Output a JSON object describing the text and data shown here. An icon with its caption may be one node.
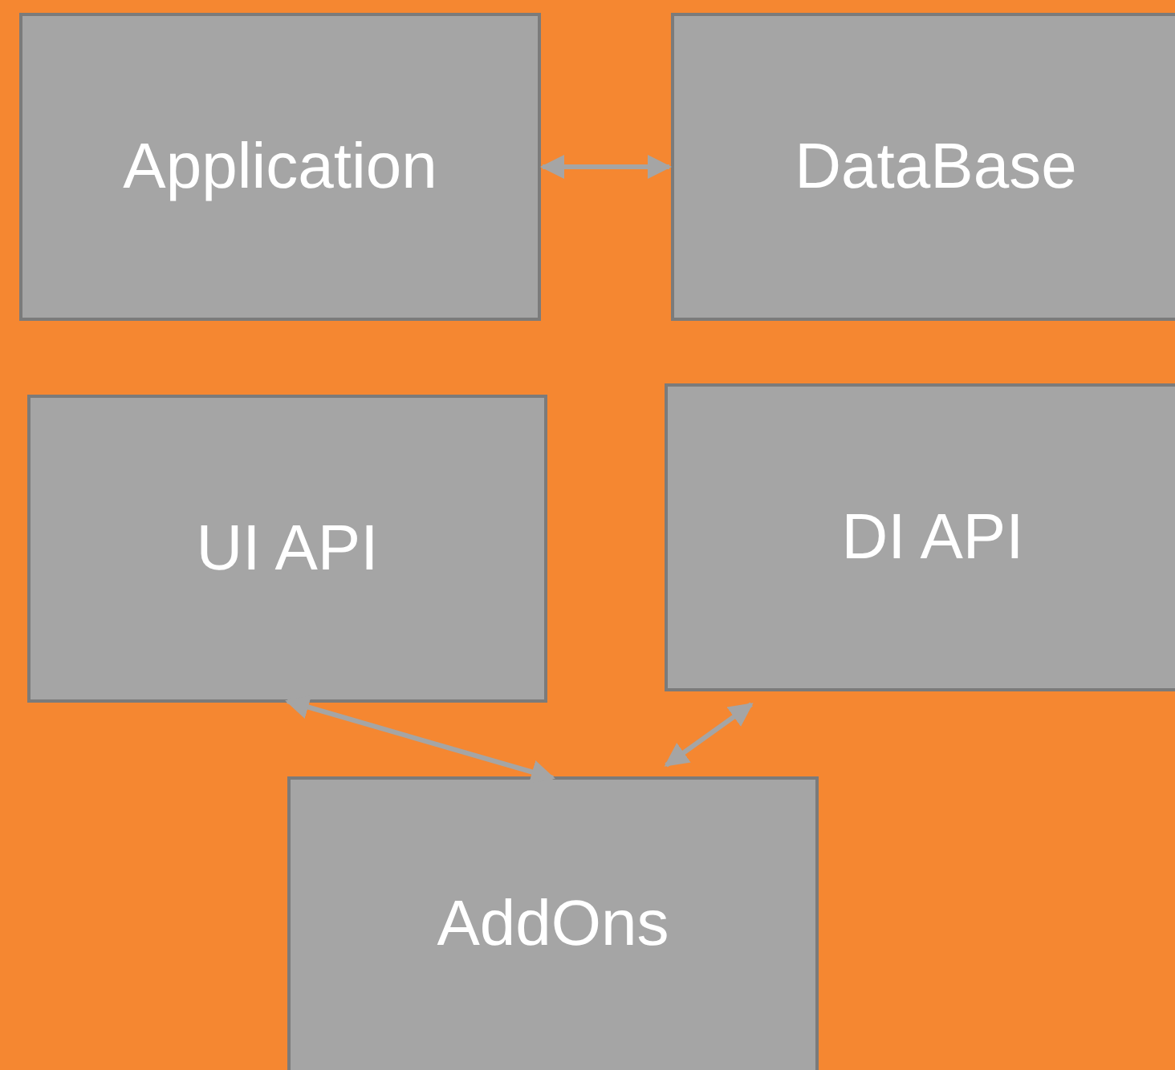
{
  "diagram": {
    "nodes": [
      {
        "text": [
          "Application"
        ]
      },
      {
        "text": [
          "DataBase"
        ]
      },
      {
        "text": [
          "UI API"
        ]
      },
      {
        "text": [
          "DI API"
        ]
      },
      {
        "text": [
          "AddOns"
        ]
      }
    ],
    "edges": [
      {
        "from": 0,
        "to": 1,
        "arrow": "both"
      },
      {
        "from": 2,
        "to": 4,
        "arrow": "both"
      },
      {
        "from": 3,
        "to": 4,
        "arrow": "both"
      }
    ]
  }
}
